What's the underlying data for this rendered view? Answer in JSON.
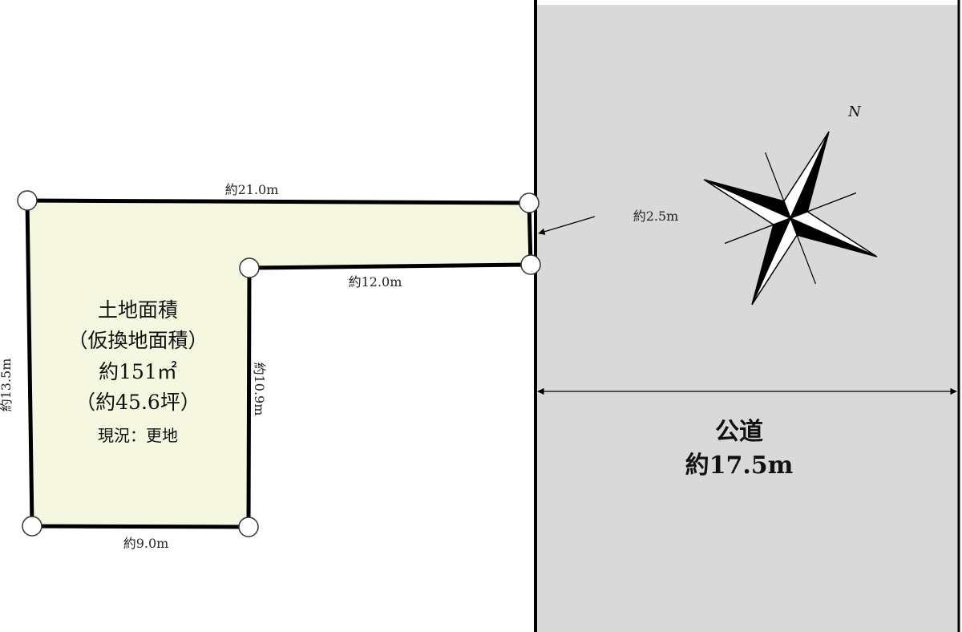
{
  "lot": {
    "title": "土地面積",
    "subtitle": "（仮換地面積）",
    "area_sqm": "約151㎡",
    "area_tsubo": "（約45.6坪）",
    "status": "現況：更地",
    "fill_color": "#f5f7e1"
  },
  "dimensions": {
    "top": "約21.0m",
    "inner_top": "約12.0m",
    "left": "約13.5m",
    "inner_right": "約10.9m",
    "bottom": "約9.0m",
    "frontage": "約2.5m"
  },
  "road": {
    "name": "公道",
    "width": "約17.5m",
    "color": "#d9d9d9"
  },
  "compass": {
    "label": "N"
  }
}
